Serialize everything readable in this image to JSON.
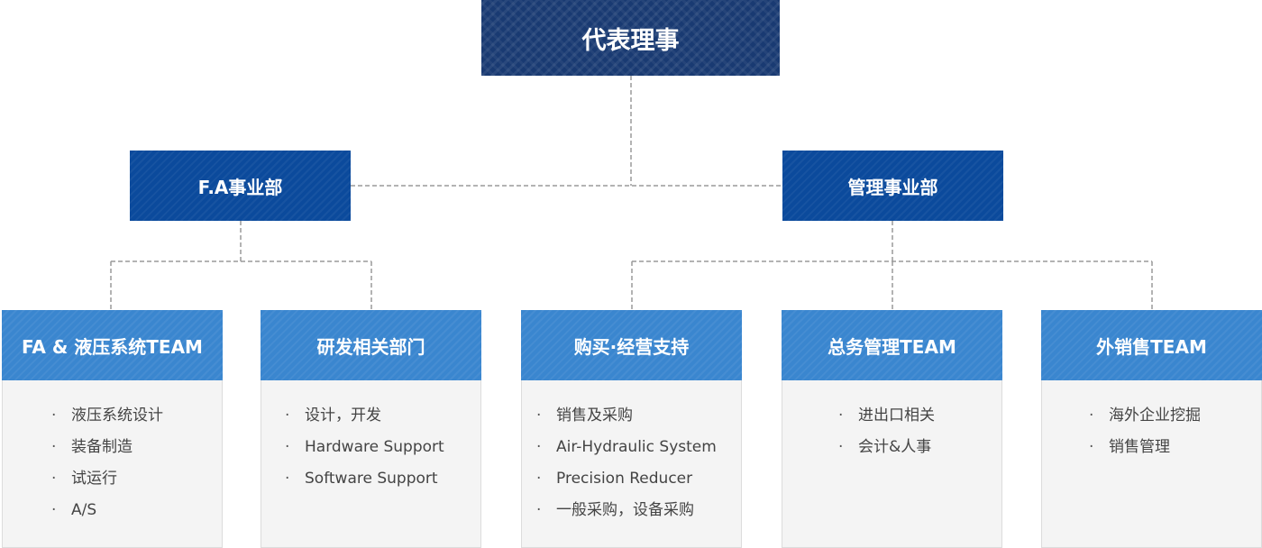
{
  "ceo": {
    "label": "代表理事"
  },
  "divisions": [
    {
      "label": "F.A事业部"
    },
    {
      "label": "管理事业部"
    }
  ],
  "teams": [
    {
      "title": "FA & 液压系统TEAM",
      "items": [
        "液压系统设计",
        "装备制造",
        "试运行",
        "A/S"
      ]
    },
    {
      "title": "研发相关部门",
      "items": [
        "设计，开发",
        "Hardware Support",
        "Software Support"
      ]
    },
    {
      "title": "购买·经营支持",
      "items": [
        "销售及采购",
        "Air-Hydraulic System",
        "Precision Reducer",
        "一般采购，设备采购"
      ]
    },
    {
      "title": "总务管理TEAM",
      "items": [
        "进出口相关",
        "会计&人事"
      ]
    },
    {
      "title": "外销售TEAM",
      "items": [
        "海外企业挖掘",
        "销售管理"
      ]
    }
  ],
  "colors": {
    "ceo_box": "#193a72",
    "division_box": "#0b4a9c",
    "team_header": "#3a86cf",
    "team_body": "#f4f4f4",
    "connector": "#9a9a9a"
  }
}
